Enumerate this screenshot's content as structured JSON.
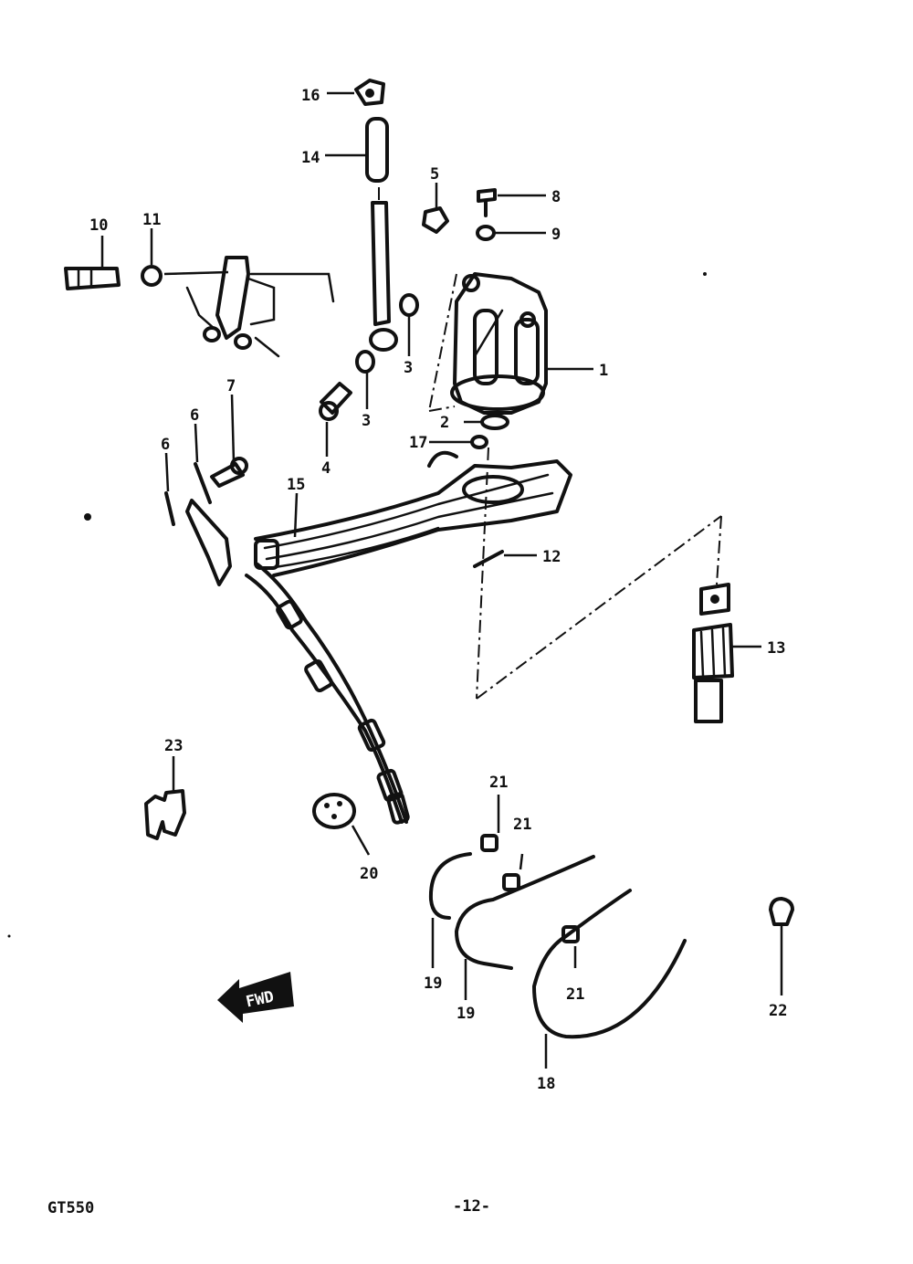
{
  "callouts": {
    "c1": "1",
    "c2": "2",
    "c3a": "3",
    "c3b": "3",
    "c4": "4",
    "c5": "5",
    "c6a": "6",
    "c6b": "6",
    "c7": "7",
    "c8": "8",
    "c9": "9",
    "c10": "10",
    "c11": "11",
    "c12": "12",
    "c13": "13",
    "c14": "14",
    "c15": "15",
    "c16": "16",
    "c17": "17",
    "c18": "18",
    "c19a": "19",
    "c19b": "19",
    "c20": "20",
    "c21a": "21",
    "c21b": "21",
    "c21c": "21",
    "c22": "22",
    "c23": "23"
  },
  "badge": {
    "fwd": "FWD"
  },
  "footer": {
    "model": "GT550",
    "page": "-12-"
  }
}
